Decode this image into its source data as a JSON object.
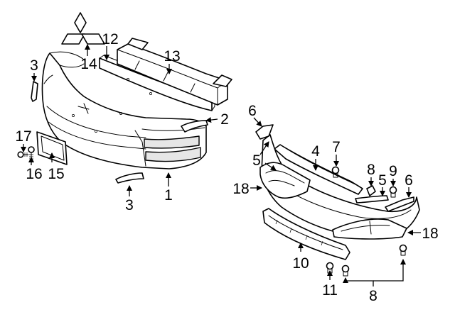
{
  "callouts": {
    "c1": "1",
    "c2": "2",
    "c3_upper": "3",
    "c3_lower": "3",
    "c4": "4",
    "c5_left": "5",
    "c5_right": "5",
    "c6_left": "6",
    "c6_right": "6",
    "c7": "7",
    "c8_top": "8",
    "c8_bottom": "8",
    "c9": "9",
    "c10": "10",
    "c11": "11",
    "c12": "12",
    "c13": "13",
    "c14": "14",
    "c15": "15",
    "c16": "16",
    "c17": "17",
    "c18_left": "18",
    "c18_right": "18"
  }
}
